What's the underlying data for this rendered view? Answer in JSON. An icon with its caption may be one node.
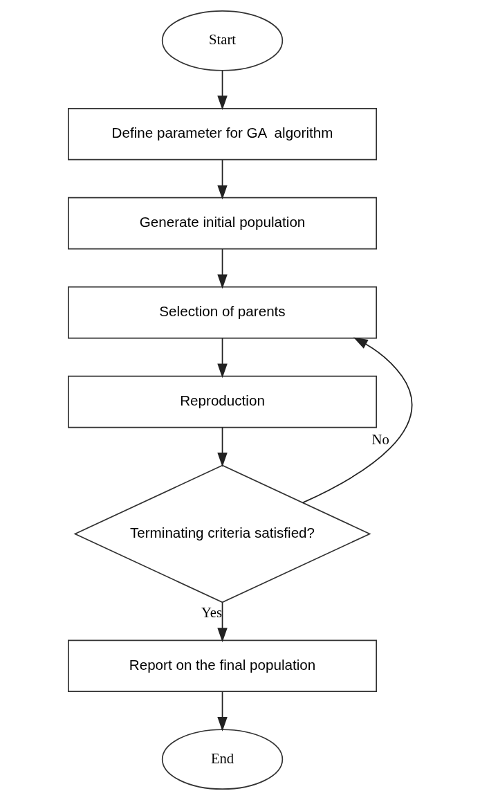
{
  "diagram": {
    "nodes": [
      {
        "text": [
          "Start"
        ]
      },
      {
        "text": [
          "Define parameter for GA  algorithm"
        ]
      },
      {
        "text": [
          "Generate initial population"
        ]
      },
      {
        "text": [
          "Selection of parents"
        ]
      },
      {
        "text": [
          "Reproduction"
        ]
      },
      {
        "text": [
          "Terminating criteria satisfied?"
        ]
      },
      {
        "text": [
          "Report on the final population"
        ]
      },
      {
        "text": [
          "End"
        ]
      }
    ],
    "edges": [
      {
        "from": 0,
        "to": 1,
        "arrow": "to"
      },
      {
        "from": 1,
        "to": 2,
        "arrow": "to"
      },
      {
        "from": 2,
        "to": 3,
        "arrow": "to"
      },
      {
        "from": 3,
        "to": 4,
        "arrow": "to"
      },
      {
        "from": 4,
        "to": 5,
        "arrow": "to"
      },
      {
        "from": 5,
        "to": 3,
        "label": "No",
        "arrow": "to"
      },
      {
        "from": 5,
        "to": 6,
        "label": "Yes",
        "arrow": "to"
      },
      {
        "from": 6,
        "to": 7,
        "arrow": "to"
      }
    ]
  }
}
